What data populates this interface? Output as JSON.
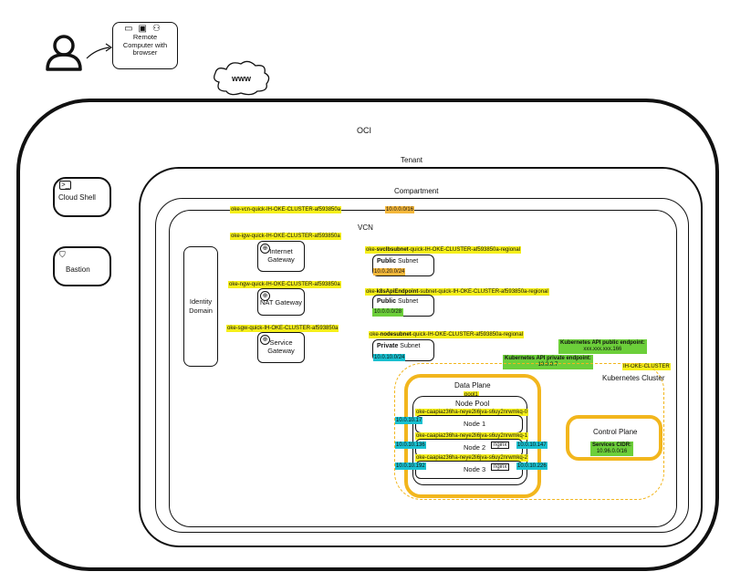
{
  "top": {
    "remote": "Remote\nComputer with\nbrowser",
    "www": "www"
  },
  "oci": "OCI",
  "tenant": "Tenant",
  "compartment": "Compartment",
  "vcn": "VCN",
  "cloud_shell": "Cloud Shell",
  "bastion": "Bastion",
  "identity_domain": "Identity\nDomain",
  "vcn_name": "oke-vcn-quick-IH-OKE-CLUSTER-af593850a",
  "vcn_cidr": "10.0.0.0/16",
  "gateways": [
    {
      "name": "oke-igw-quick-IH-OKE-CLUSTER-af593850a",
      "label": "Internet\nGateway"
    },
    {
      "name": "oke-ngw-quick-IH-OKE-CLUSTER-af593850a",
      "label": "NAT Gateway"
    },
    {
      "name": "oke-sgw-quick-IH-OKE-CLUSTER-af593850a",
      "label": "Service\nGateway"
    }
  ],
  "subnets": [
    {
      "prefix": "oke-",
      "bold": "svclbsubnet",
      "suffix": "-quick-IH-OKE-CLUSTER-af593850a-regional",
      "type": "Public",
      "word": " Subnet",
      "cidr": "10.0.20.0/24"
    },
    {
      "prefix": "oke-",
      "bold": "k8sApiEndpoint",
      "suffix": "-subnet-quick-IH-OKE-CLUSTER-af593850a-regional",
      "type": "Public",
      "word": " Subnet",
      "cidr": "10.0.0.0/28"
    },
    {
      "prefix": "oke-",
      "bold": "nodesubnet",
      "suffix": "-quick-IH-OKE-CLUSTER-af593850a-regional",
      "type": "Private",
      "word": " Subnet",
      "cidr": "10.0.10.0/24"
    }
  ],
  "api_public": {
    "title": "Kubernetes API public endpoint:",
    "value": "xxx.xxx.xxx.166"
  },
  "api_private": {
    "title": "Kubernetes API private endpoint:",
    "value": "10.0.0.7"
  },
  "cluster_name": "IH-OKE-CLUSTER",
  "kubernetes_cluster": "Kubernetes Cluster",
  "data_plane": "Data Plane",
  "pool": "pool1",
  "node_pool": "Node Pool",
  "nodes": [
    {
      "name": "oke-caapiaz36ha-neye2li6jva-s6uy2nrwmkq-0",
      "label": "Node 1",
      "ip": "10.0.10.17",
      "pod": "",
      "pod_ip": ""
    },
    {
      "name": "oke-caapiaz36ha-neye2li6jva-s6uy2nrwmkq-1",
      "label": "Node 2",
      "ip": "10.0.10.136",
      "pod": "nginx",
      "pod_ip": "10.0.10.147"
    },
    {
      "name": "oke-caapiaz36ha-neye2li6jva-s6uy2nrwmkq-2",
      "label": "Node 3",
      "ip": "10.0.10.192",
      "pod": "nginx",
      "pod_ip": "10.0.10.226"
    }
  ],
  "control_plane": "Control Plane",
  "services_cidr": {
    "title": "Services CIDR:",
    "value": "10.96.0.0/16"
  },
  "colors": {
    "yellow": "#f5ef1a",
    "orange": "#f4b73b",
    "cyan": "#19c0d0",
    "green": "#6ccf3a",
    "red": "#d0342c",
    "gold": "#f2b61d"
  },
  "icons": [
    "user-icon",
    "laptop-icon",
    "browser-icon",
    "person-icon",
    "cloud-icon",
    "terminal-icon",
    "shield-icon",
    "gateway-icon"
  ]
}
